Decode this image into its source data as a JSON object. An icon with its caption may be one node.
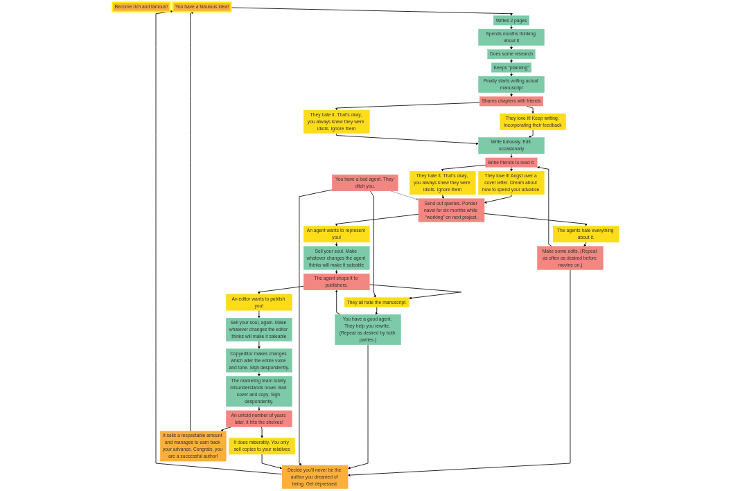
{
  "diagram": {
    "nodes": [
      {
        "text": [
          "You have a fabulous idea!"
        ]
      },
      {
        "text": [
          "Writes 2 pages"
        ]
      },
      {
        "text": [
          "Spends months thinking about it"
        ]
      },
      {
        "text": [
          "Does some research"
        ]
      },
      {
        "text": [
          "Keeps “planning”"
        ]
      },
      {
        "text": [
          "Finally starts writing actual manuscript"
        ]
      },
      {
        "text": [
          "Shares chapters with friends"
        ]
      },
      {
        "text": [
          "They love it! Keep writing, incorporating their feedback"
        ]
      },
      {
        "text": [
          "They hate it. That’s okay, you always knew they were idiots. Ignore them"
        ]
      },
      {
        "text": [
          "Write furiously. Edit occasionally"
        ]
      },
      {
        "text": [
          "Bribe friends to read it."
        ]
      },
      {
        "text": [
          "They love it! Angst over a cover letter. Dream about how to spend your advance."
        ]
      },
      {
        "text": [
          "They hate it. That’s okay, you always knew they were idiots. Ignore them"
        ]
      },
      {
        "text": [
          "Send out queries. Ponder navel for six months while “working” on next project."
        ]
      },
      {
        "text": [
          "The agents hate everything about it."
        ]
      },
      {
        "text": [
          "Make some edits. (Repeat as often as desired before movine on.)"
        ]
      },
      {
        "text": [
          "An agent wants to represent you!"
        ]
      },
      {
        "text": [
          "Sell your soul. Make whatever changes the agent thinks will make it saleable"
        ]
      },
      {
        "text": [
          "The agent shops it to publishers."
        ]
      },
      {
        "text": [
          "An editor wants to publish you!"
        ]
      },
      {
        "text": [
          "Sell your soul, again. Make whatever changes the editor thinks will make it saleable"
        ]
      },
      {
        "text": [
          "Decide you’ll never be the author you dreamed of being. Get depressed."
        ]
      },
      {
        "text": [
          "You have a good agent. They help you rewrite. (Repeat as desired by both parties.)"
        ]
      },
      {
        "text": [
          "They all hate the manuscript."
        ]
      },
      {
        "text": [
          "You have a bad agent. They ditch you."
        ]
      },
      {
        "text": [
          "Copyeditor makes changes which alter the entire voice and tone. Sigh despondently."
        ]
      },
      {
        "text": [
          "The marketing team totally misunderstands novel. Bad cover and copy. Sigh despondently."
        ]
      },
      {
        "text": [
          "It does miserably. You only sell copies to your relatives"
        ]
      },
      {
        "text": [
          "An untold number of years later, it hits the shelves!"
        ]
      },
      {
        "text": [
          "It sells a respectable amount and manages to earn back your advance. Congrats, you are a successful author!"
        ]
      },
      {
        "text": [
          "Become rich and famous!"
        ]
      }
    ],
    "edges": [
      {
        "from": 0,
        "to": 1,
        "arrow": "to"
      },
      {
        "from": 1,
        "to": 2,
        "arrow": "to"
      },
      {
        "from": 2,
        "to": 3,
        "arrow": "to"
      },
      {
        "from": 3,
        "to": 4,
        "arrow": "to"
      },
      {
        "from": 4,
        "to": 5,
        "arrow": "to"
      },
      {
        "from": 5,
        "to": 6,
        "arrow": "to"
      },
      {
        "from": 6,
        "to": 7,
        "arrow": "to"
      },
      {
        "from": 6,
        "to": 8,
        "arrow": "to"
      },
      {
        "from": 7,
        "to": 9,
        "arrow": "to"
      },
      {
        "from": 8,
        "to": 9,
        "arrow": "to"
      },
      {
        "from": 9,
        "to": 10,
        "arrow": "to"
      },
      {
        "from": 10,
        "to": 11,
        "arrow": "to"
      },
      {
        "from": 10,
        "to": 12,
        "arrow": "to"
      },
      {
        "from": 11,
        "to": 13,
        "arrow": "to"
      },
      {
        "from": 12,
        "to": 13,
        "arrow": "to"
      },
      {
        "from": 13,
        "to": 14,
        "arrow": "to"
      },
      {
        "from": 14,
        "to": 15,
        "arrow": "to"
      },
      {
        "from": 15,
        "to": 10,
        "arrow": "to"
      },
      {
        "from": 13,
        "to": 16,
        "arrow": "to"
      },
      {
        "from": 15,
        "to": 21,
        "arrow": "to"
      },
      {
        "from": 16,
        "to": 17,
        "arrow": "to"
      },
      {
        "from": 17,
        "to": 18,
        "arrow": "to"
      },
      {
        "from": 18,
        "to": 19,
        "arrow": "to"
      },
      {
        "from": 19,
        "to": 20,
        "arrow": "to"
      },
      {
        "from": 18,
        "to": 23,
        "arrow": "to"
      },
      {
        "from": 24,
        "to": 23,
        "arrow": "to"
      },
      {
        "from": 23,
        "to": 22,
        "arrow": "to"
      },
      {
        "from": 22,
        "to": 21,
        "arrow": "to"
      },
      {
        "from": 22,
        "to": 18,
        "arrow": "to"
      },
      {
        "from": 24,
        "to": 13,
        "arrow": "to",
        "color": "#999999"
      },
      {
        "from": 24,
        "to": 21,
        "arrow": "to"
      },
      {
        "from": 20,
        "to": 25,
        "arrow": "to"
      },
      {
        "from": 25,
        "to": 26,
        "arrow": "to"
      },
      {
        "from": 26,
        "to": 28,
        "arrow": "to"
      },
      {
        "from": 28,
        "to": 27,
        "arrow": "to"
      },
      {
        "from": 28,
        "to": 29,
        "arrow": "to"
      },
      {
        "from": 27,
        "to": 21,
        "arrow": "to"
      },
      {
        "from": 21,
        "to": 0,
        "arrow": "to"
      },
      {
        "from": 29,
        "to": 0,
        "arrow": "to"
      }
    ]
  }
}
